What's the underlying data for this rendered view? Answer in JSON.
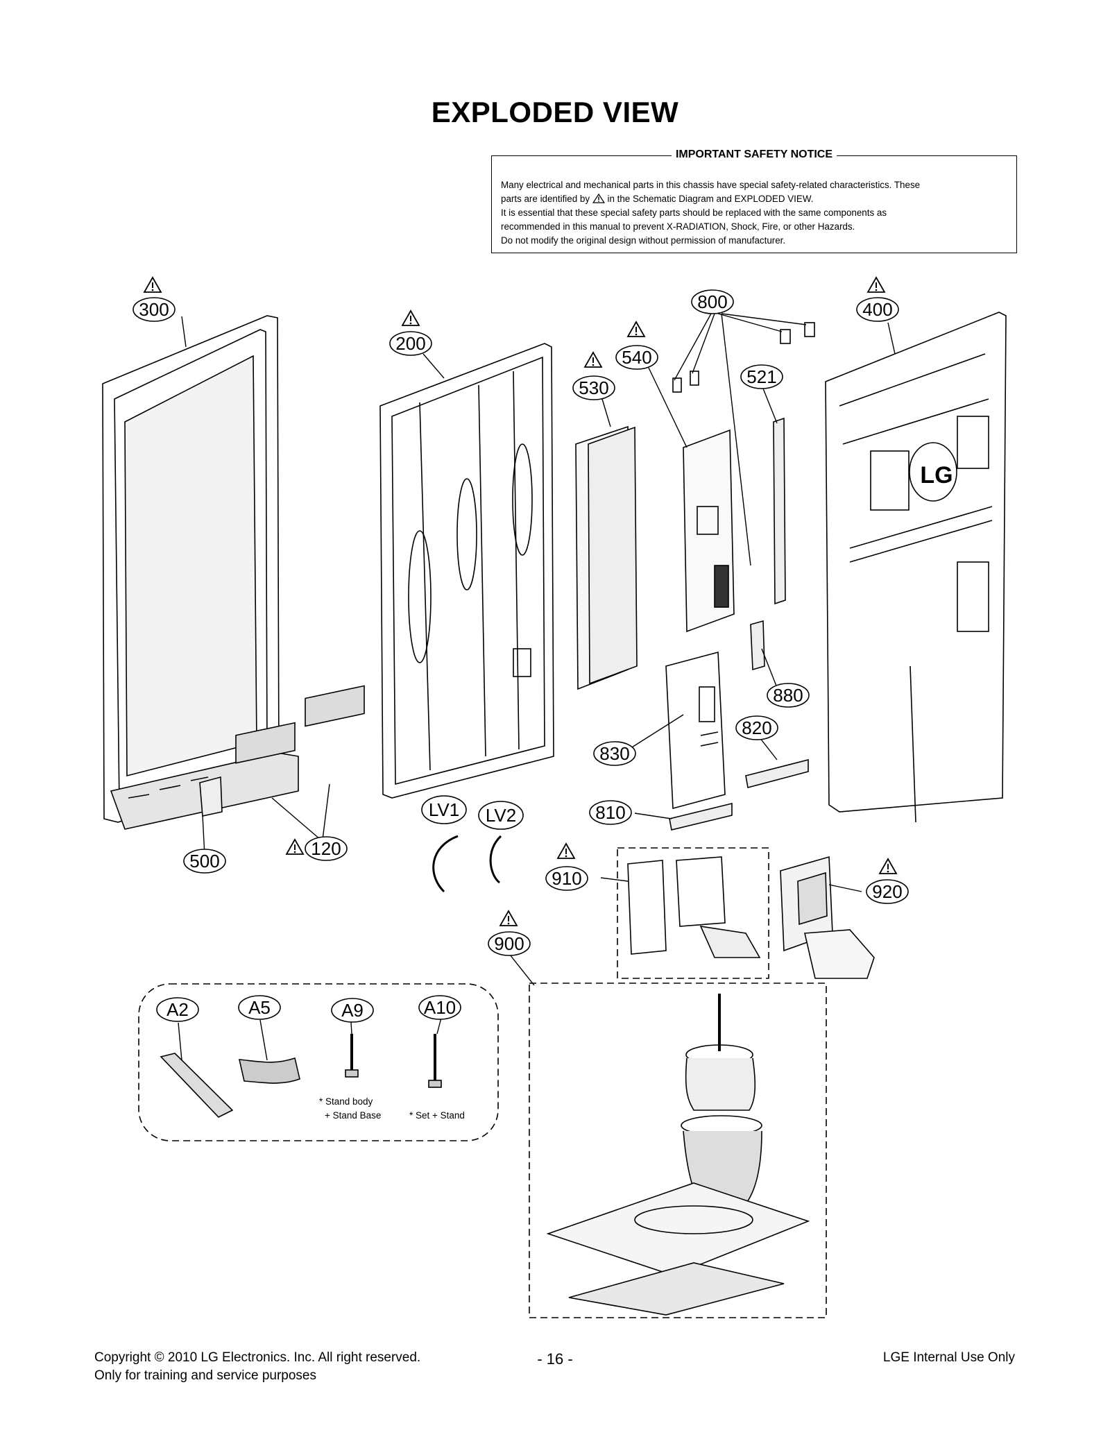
{
  "page_title": "EXPLODED VIEW",
  "notice": {
    "heading": "IMPORTANT SAFETY NOTICE",
    "line1": "Many electrical and mechanical parts in this chassis have special safety-related characteristics. These",
    "line2a": "parts are identified by",
    "line2b": "in the Schematic Diagram and EXPLODED VIEW.",
    "line3": "It is essential that these special safety parts should be replaced with the same components as",
    "line4": "recommended in this manual to prevent X-RADIATION, Shock, Fire, or other Hazards.",
    "line5": "Do not modify the original design without permission of manufacturer."
  },
  "callouts": {
    "c300": "300",
    "c200": "200",
    "c530": "530",
    "c540": "540",
    "c800": "800",
    "c521": "521",
    "c400": "400",
    "c880": "880",
    "c820": "820",
    "c830": "830",
    "c810": "810",
    "c500": "500",
    "c120": "120",
    "cLV1": "LV1",
    "cLV2": "LV2",
    "c910": "910",
    "c920": "920",
    "c900": "900",
    "cA2": "A2",
    "cA5": "A5",
    "cA9": "A9",
    "cA10": "A10"
  },
  "screw_notes": {
    "a9_line1": "* Stand body",
    "a9_line2": "+ Stand Base",
    "a10_line1": "* Set + Stand"
  },
  "footer": {
    "copyright_line1": "Copyright © 2010 LG Electronics. Inc. All right reserved.",
    "copyright_line2": "Only for training and service purposes",
    "page_number": "- 16 -",
    "internal": "LGE Internal Use Only"
  },
  "rear_logo": "LG",
  "icons": [
    "warning-triangle-icon"
  ]
}
